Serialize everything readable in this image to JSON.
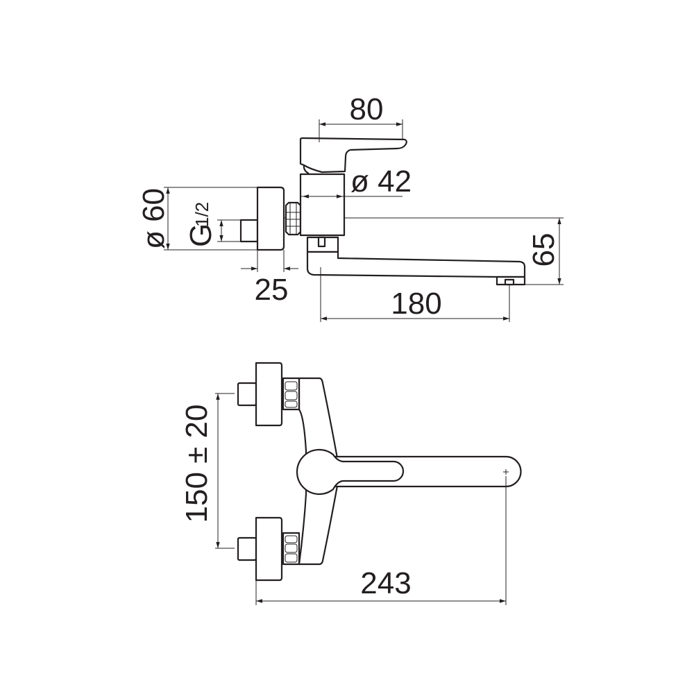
{
  "side_view": {
    "dim_handle_length": "80",
    "dim_body_diameter": "ø 42",
    "dim_flange_diameter": "ø 60",
    "dim_thread_main": "G",
    "dim_thread_fraction": "1/2",
    "dim_spout_height": "65",
    "dim_flange_depth": "25",
    "dim_spout_reach": "180"
  },
  "top_view": {
    "dim_centers": "150 ± 20",
    "dim_total_length": "243"
  }
}
